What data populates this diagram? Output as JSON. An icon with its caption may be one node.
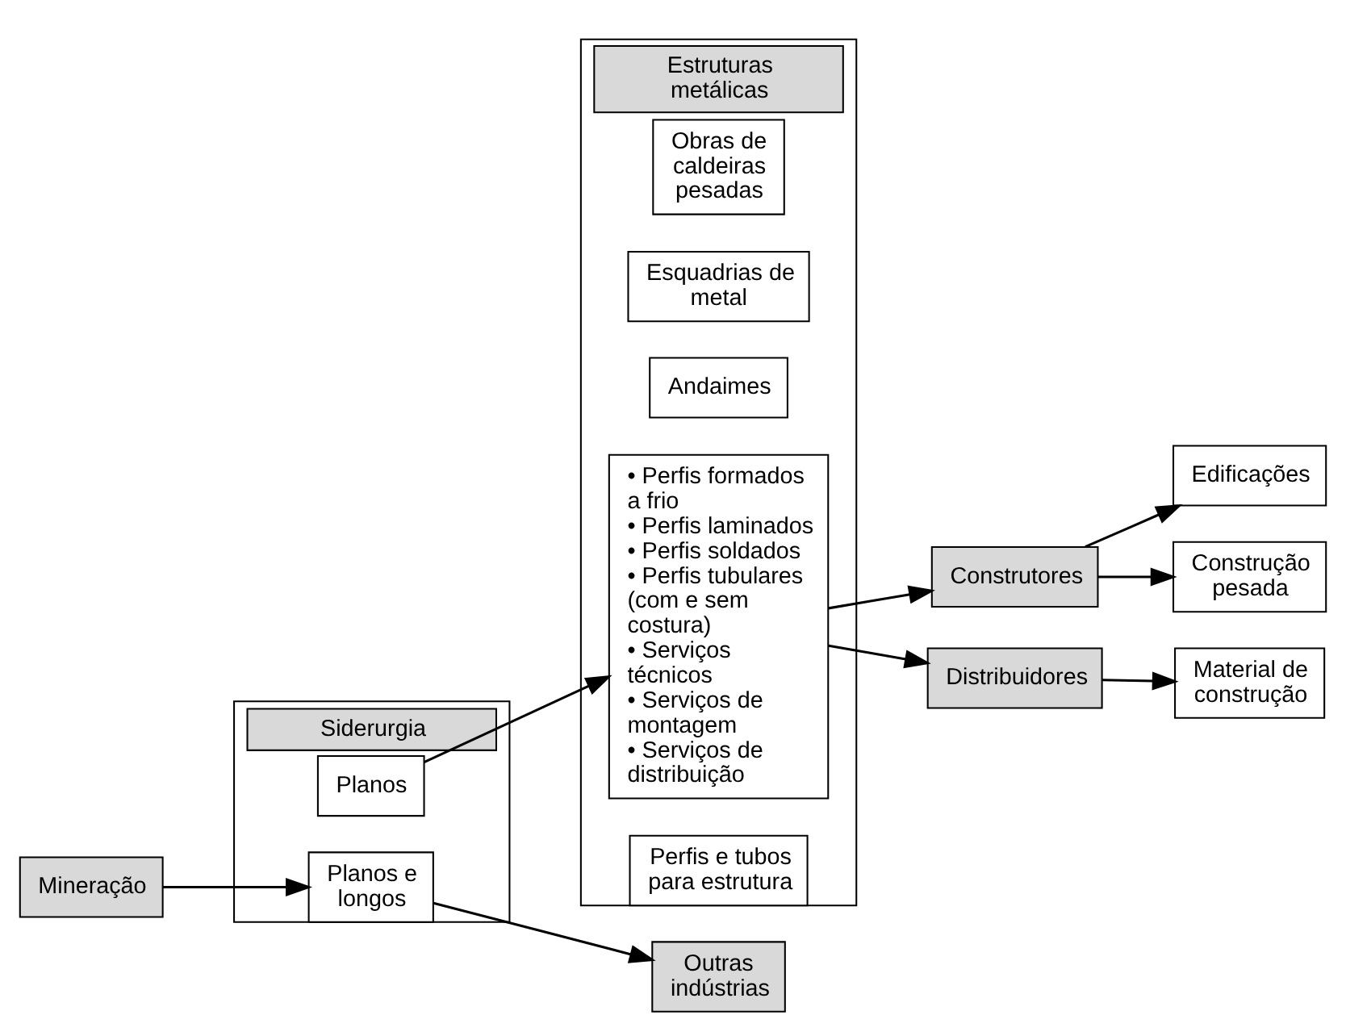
{
  "diagram": {
    "nodes": [
      {
        "text": [
          "Mineração"
        ]
      },
      {
        "text": [
          "Siderurgia"
        ]
      },
      {
        "text": [
          "Planos"
        ],
        "in": 1
      },
      {
        "text": [
          "Planos e longos"
        ],
        "in": 1
      },
      {
        "text": [
          "Outras indústrias"
        ]
      },
      {
        "text": [
          "Estruturas metálicas"
        ]
      },
      {
        "text": [
          "Perfis e tubos para estrutura"
        ],
        "in": 5
      },
      {
        "text": [
          "• Perfis formados a frio",
          "• Perfis laminados",
          "• Perfis soldados",
          "• Perfis tubulares (com e sem costura)",
          "• Serviços técnicos",
          "• Serviços de montagem",
          "• Serviços de distribuição"
        ],
        "in": 5
      },
      {
        "text": [
          "Andaimes"
        ],
        "in": 5
      },
      {
        "text": [
          "Esquadrias de metal"
        ],
        "in": 5
      },
      {
        "text": [
          "Obras de caldeiras pesadas"
        ],
        "in": 5
      },
      {
        "text": [
          "Construtores"
        ]
      },
      {
        "text": [
          "Construção pesada"
        ]
      },
      {
        "text": [
          "Edificações"
        ]
      },
      {
        "text": [
          "Distribuidores"
        ]
      },
      {
        "text": [
          "Material de construção"
        ]
      }
    ],
    "edges": [
      {
        "from": 0,
        "to": 3,
        "arrow": "to"
      },
      {
        "from": 2,
        "to": 7,
        "arrow": "to"
      },
      {
        "from": 3,
        "to": 4,
        "arrow": "to"
      },
      {
        "from": 7,
        "to": 11,
        "arrow": "to"
      },
      {
        "from": 7,
        "to": 14,
        "arrow": "to"
      },
      {
        "from": 11,
        "to": 12,
        "arrow": "to"
      },
      {
        "from": 11,
        "to": 13,
        "arrow": "to"
      },
      {
        "from": 14,
        "to": 15,
        "arrow": "to"
      }
    ]
  }
}
